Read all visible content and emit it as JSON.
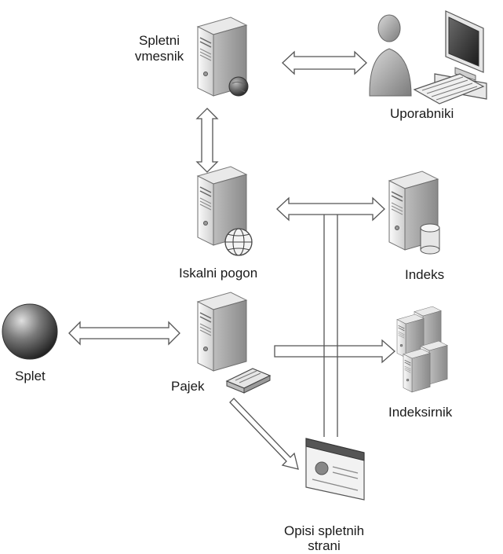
{
  "nodes": {
    "web_interface": {
      "label_line1": "Spletni",
      "label_line2": "vmesnik",
      "icon": "server-globe-icon"
    },
    "users": {
      "label": "Uporabniki",
      "icon": "user-computer-icon"
    },
    "search_engine": {
      "label": "Iskalni pogon",
      "icon": "server-globe-icon"
    },
    "index": {
      "label": "Indeks",
      "icon": "server-database-icon"
    },
    "web": {
      "label": "Splet",
      "icon": "globe-icon"
    },
    "crawler": {
      "label": "Pajek",
      "icon": "server-network-icon"
    },
    "indexer": {
      "label": "Indeksirnik",
      "icon": "server-cluster-icon"
    },
    "page_descriptions": {
      "label_line1": "Opisi spletnih",
      "label_line2": "strani",
      "icon": "web-page-icon"
    }
  },
  "colors": {
    "server_light": "#f2f2f2",
    "server_dark": "#9a9a9a",
    "arrow_stroke": "#555555",
    "text": "#1a1a1a"
  }
}
